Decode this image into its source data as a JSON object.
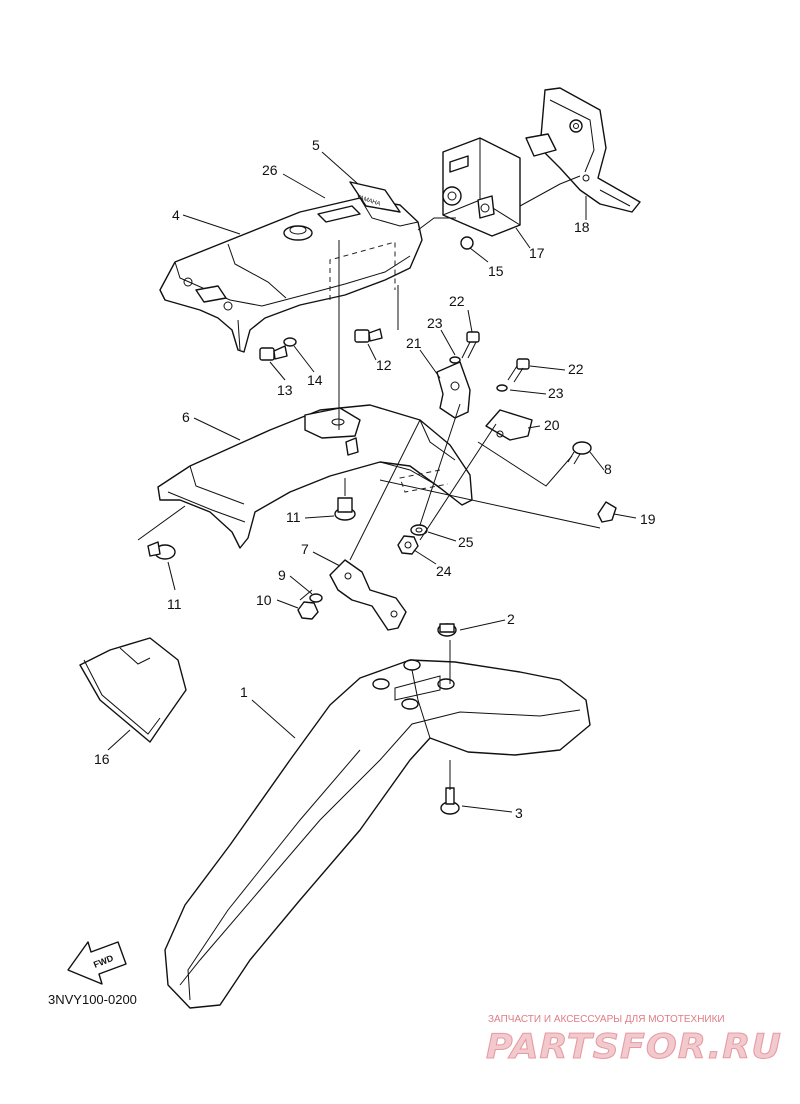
{
  "diagram": {
    "code": "3NVY100-0200",
    "fwd_label": "FWD",
    "part4_emblem": "YAMAHA",
    "callouts": {
      "c1": "1",
      "c2": "2",
      "c3": "3",
      "c4": "4",
      "c5": "5",
      "c6": "6",
      "c7": "7",
      "c8": "8",
      "c9": "9",
      "c10": "10",
      "c11a": "11",
      "c11b": "11",
      "c12": "12",
      "c13": "13",
      "c14": "14",
      "c15": "15",
      "c16": "16",
      "c17": "17",
      "c18": "18",
      "c19": "19",
      "c20": "20",
      "c21": "21",
      "c22a": "22",
      "c22b": "22",
      "c23a": "23",
      "c23b": "23",
      "c24": "24",
      "c25": "25",
      "c26": "26"
    }
  },
  "watermark": {
    "subtitle": "ЗАПЧАСТИ И АКСЕССУАРЫ ДЛЯ МОТОТЕХНИКИ",
    "logo": "PARTSFOR.RU"
  }
}
